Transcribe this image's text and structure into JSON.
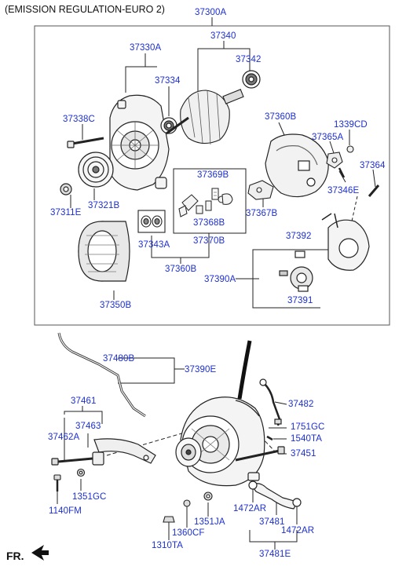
{
  "header": {
    "title": "(EMISSION REGULATION-EURO 2)",
    "direction": "FR."
  },
  "colors": {
    "label_blue": "#1c2fd0",
    "line": "#222222",
    "frame": "#555555"
  },
  "labels": [
    {
      "id": "l37300a",
      "text": "37300A"
    },
    {
      "id": "l37340",
      "text": "37340"
    },
    {
      "id": "l37330a",
      "text": "37330A"
    },
    {
      "id": "l37342",
      "text": "37342"
    },
    {
      "id": "l37334",
      "text": "37334"
    },
    {
      "id": "l37338c",
      "text": "37338C"
    },
    {
      "id": "l37360b_top",
      "text": "37360B"
    },
    {
      "id": "l1339cd",
      "text": "1339CD"
    },
    {
      "id": "l37365a",
      "text": "37365A"
    },
    {
      "id": "l37364",
      "text": "37364"
    },
    {
      "id": "l37346e",
      "text": "37346E"
    },
    {
      "id": "l37369b",
      "text": "37369B"
    },
    {
      "id": "l37311e",
      "text": "37311E"
    },
    {
      "id": "l37321b",
      "text": "37321B"
    },
    {
      "id": "l37367b",
      "text": "37367B"
    },
    {
      "id": "l37368b",
      "text": "37368B"
    },
    {
      "id": "l37370b",
      "text": "37370B"
    },
    {
      "id": "l37343a",
      "text": "37343A"
    },
    {
      "id": "l37392",
      "text": "37392"
    },
    {
      "id": "l37360b_mid",
      "text": "37360B"
    },
    {
      "id": "l37390a",
      "text": "37390A"
    },
    {
      "id": "l37391",
      "text": "37391"
    },
    {
      "id": "l37350b",
      "text": "37350B"
    },
    {
      "id": "l37480b",
      "text": "37480B"
    },
    {
      "id": "l37390e",
      "text": "37390E"
    },
    {
      "id": "l37461",
      "text": "37461"
    },
    {
      "id": "l37482",
      "text": "37482"
    },
    {
      "id": "l37463",
      "text": "37463"
    },
    {
      "id": "l37462a",
      "text": "37462A"
    },
    {
      "id": "l1751gc",
      "text": "1751GC"
    },
    {
      "id": "l1540ta",
      "text": "1540TA"
    },
    {
      "id": "l37451",
      "text": "37451"
    },
    {
      "id": "l1351gc",
      "text": "1351GC"
    },
    {
      "id": "l1140fm",
      "text": "1140FM"
    },
    {
      "id": "l1472ar_l",
      "text": "1472AR"
    },
    {
      "id": "l1351ja",
      "text": "1351JA"
    },
    {
      "id": "l37481",
      "text": "37481"
    },
    {
      "id": "l1360cf",
      "text": "1360CF"
    },
    {
      "id": "l1472ar_r",
      "text": "1472AR"
    },
    {
      "id": "l1310ta",
      "text": "1310TA"
    },
    {
      "id": "l37481e",
      "text": "37481E"
    }
  ]
}
